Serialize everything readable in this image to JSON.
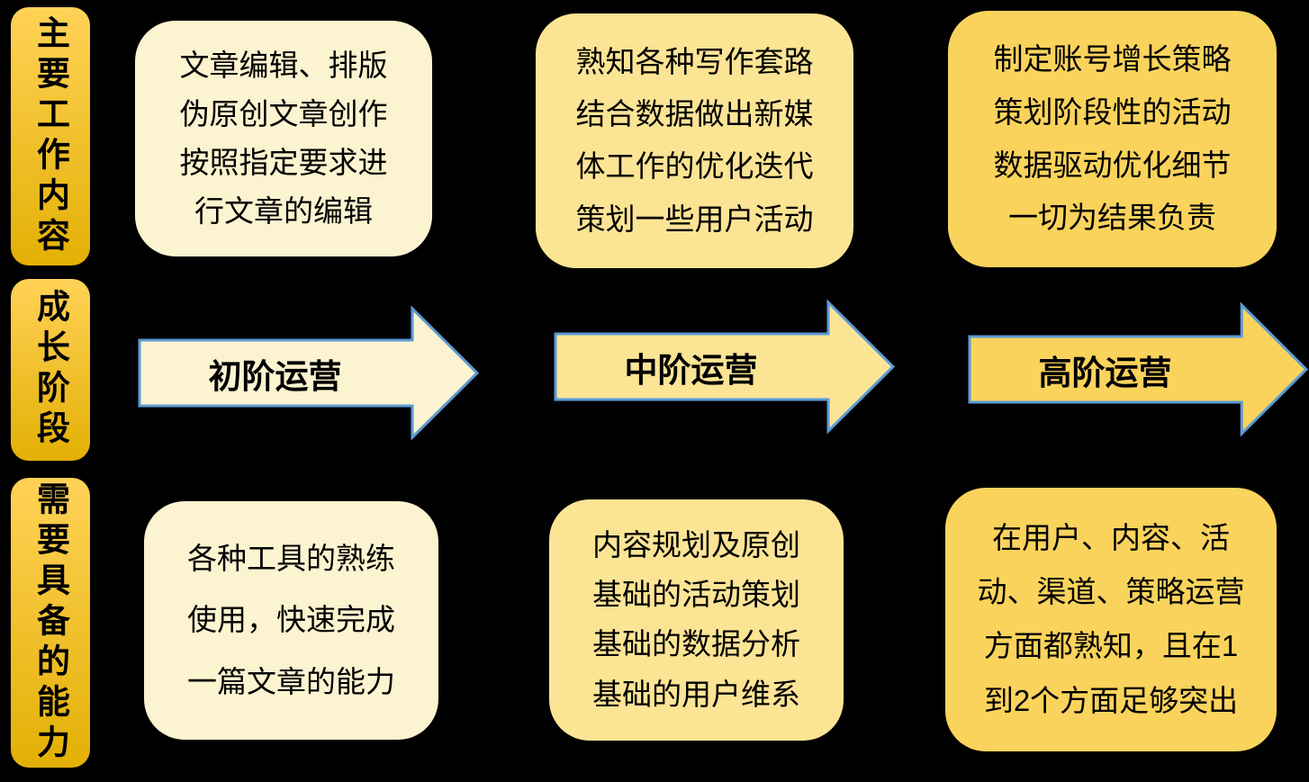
{
  "colors": {
    "background": "#000000",
    "row_label_gradient_top": "#FFD257",
    "row_label_gradient_bottom": "#E3B005",
    "stage1_fill": "#FCF3D0",
    "stage2_fill": "#FCE495",
    "stage3_fill": "#FAD35C",
    "arrow_border": "#5B9BD5",
    "text": "#000000"
  },
  "rows": [
    {
      "label": "主要工作内容",
      "boxes": [
        {
          "lines": [
            "文章编辑、排版",
            "伪原创文章创作",
            "按照指定要求进",
            "行文章的编辑"
          ]
        },
        {
          "lines": [
            "熟知各种写作套路",
            "结合数据做出新媒",
            "体工作的优化迭代",
            "策划一些用户活动"
          ]
        },
        {
          "lines": [
            "制定账号增长策略",
            "策划阶段性的活动",
            "数据驱动优化细节",
            "一切为结果负责"
          ]
        }
      ]
    },
    {
      "label": "成长阶段",
      "arrows": [
        {
          "label": "初阶运营"
        },
        {
          "label": "中阶运营"
        },
        {
          "label": "高阶运营"
        }
      ]
    },
    {
      "label": "需要具备的能力",
      "boxes": [
        {
          "lines": [
            "各种工具的熟练",
            "使用，快速完成",
            "一篇文章的能力"
          ]
        },
        {
          "lines": [
            "内容规划及原创",
            "基础的活动策划",
            "基础的数据分析",
            "基础的用户维系"
          ]
        },
        {
          "lines": [
            "在用户、内容、活",
            "动、渠道、策略运营",
            "方面都熟知，且在1",
            "到2个方面足够突出"
          ]
        }
      ]
    }
  ]
}
